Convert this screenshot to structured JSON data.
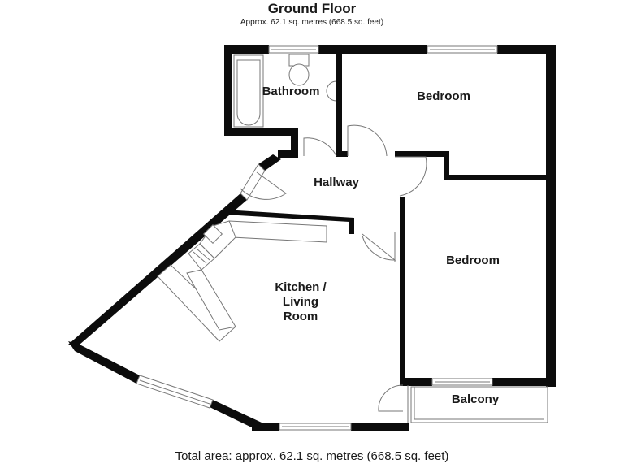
{
  "header": {
    "title": "Ground Floor",
    "subtitle": "Approx. 62.1 sq. metres (668.5 sq. feet)"
  },
  "rooms": [
    {
      "id": "bathroom",
      "label": "Bathroom"
    },
    {
      "id": "bedroom-1",
      "label": "Bedroom"
    },
    {
      "id": "hallway",
      "label": "Hallway"
    },
    {
      "id": "bedroom-2",
      "label": "Bedroom"
    },
    {
      "id": "kitchen-living",
      "label": "Kitchen /\nLiving\nRoom"
    },
    {
      "id": "balcony",
      "label": "Balcony"
    }
  ],
  "footer": {
    "total_area": "Total area: approx. 62.1 sq. metres (668.5 sq. feet)"
  },
  "colors": {
    "wall": "#0c0c0c",
    "fixture_line": "#777777",
    "background": "#ffffff"
  }
}
